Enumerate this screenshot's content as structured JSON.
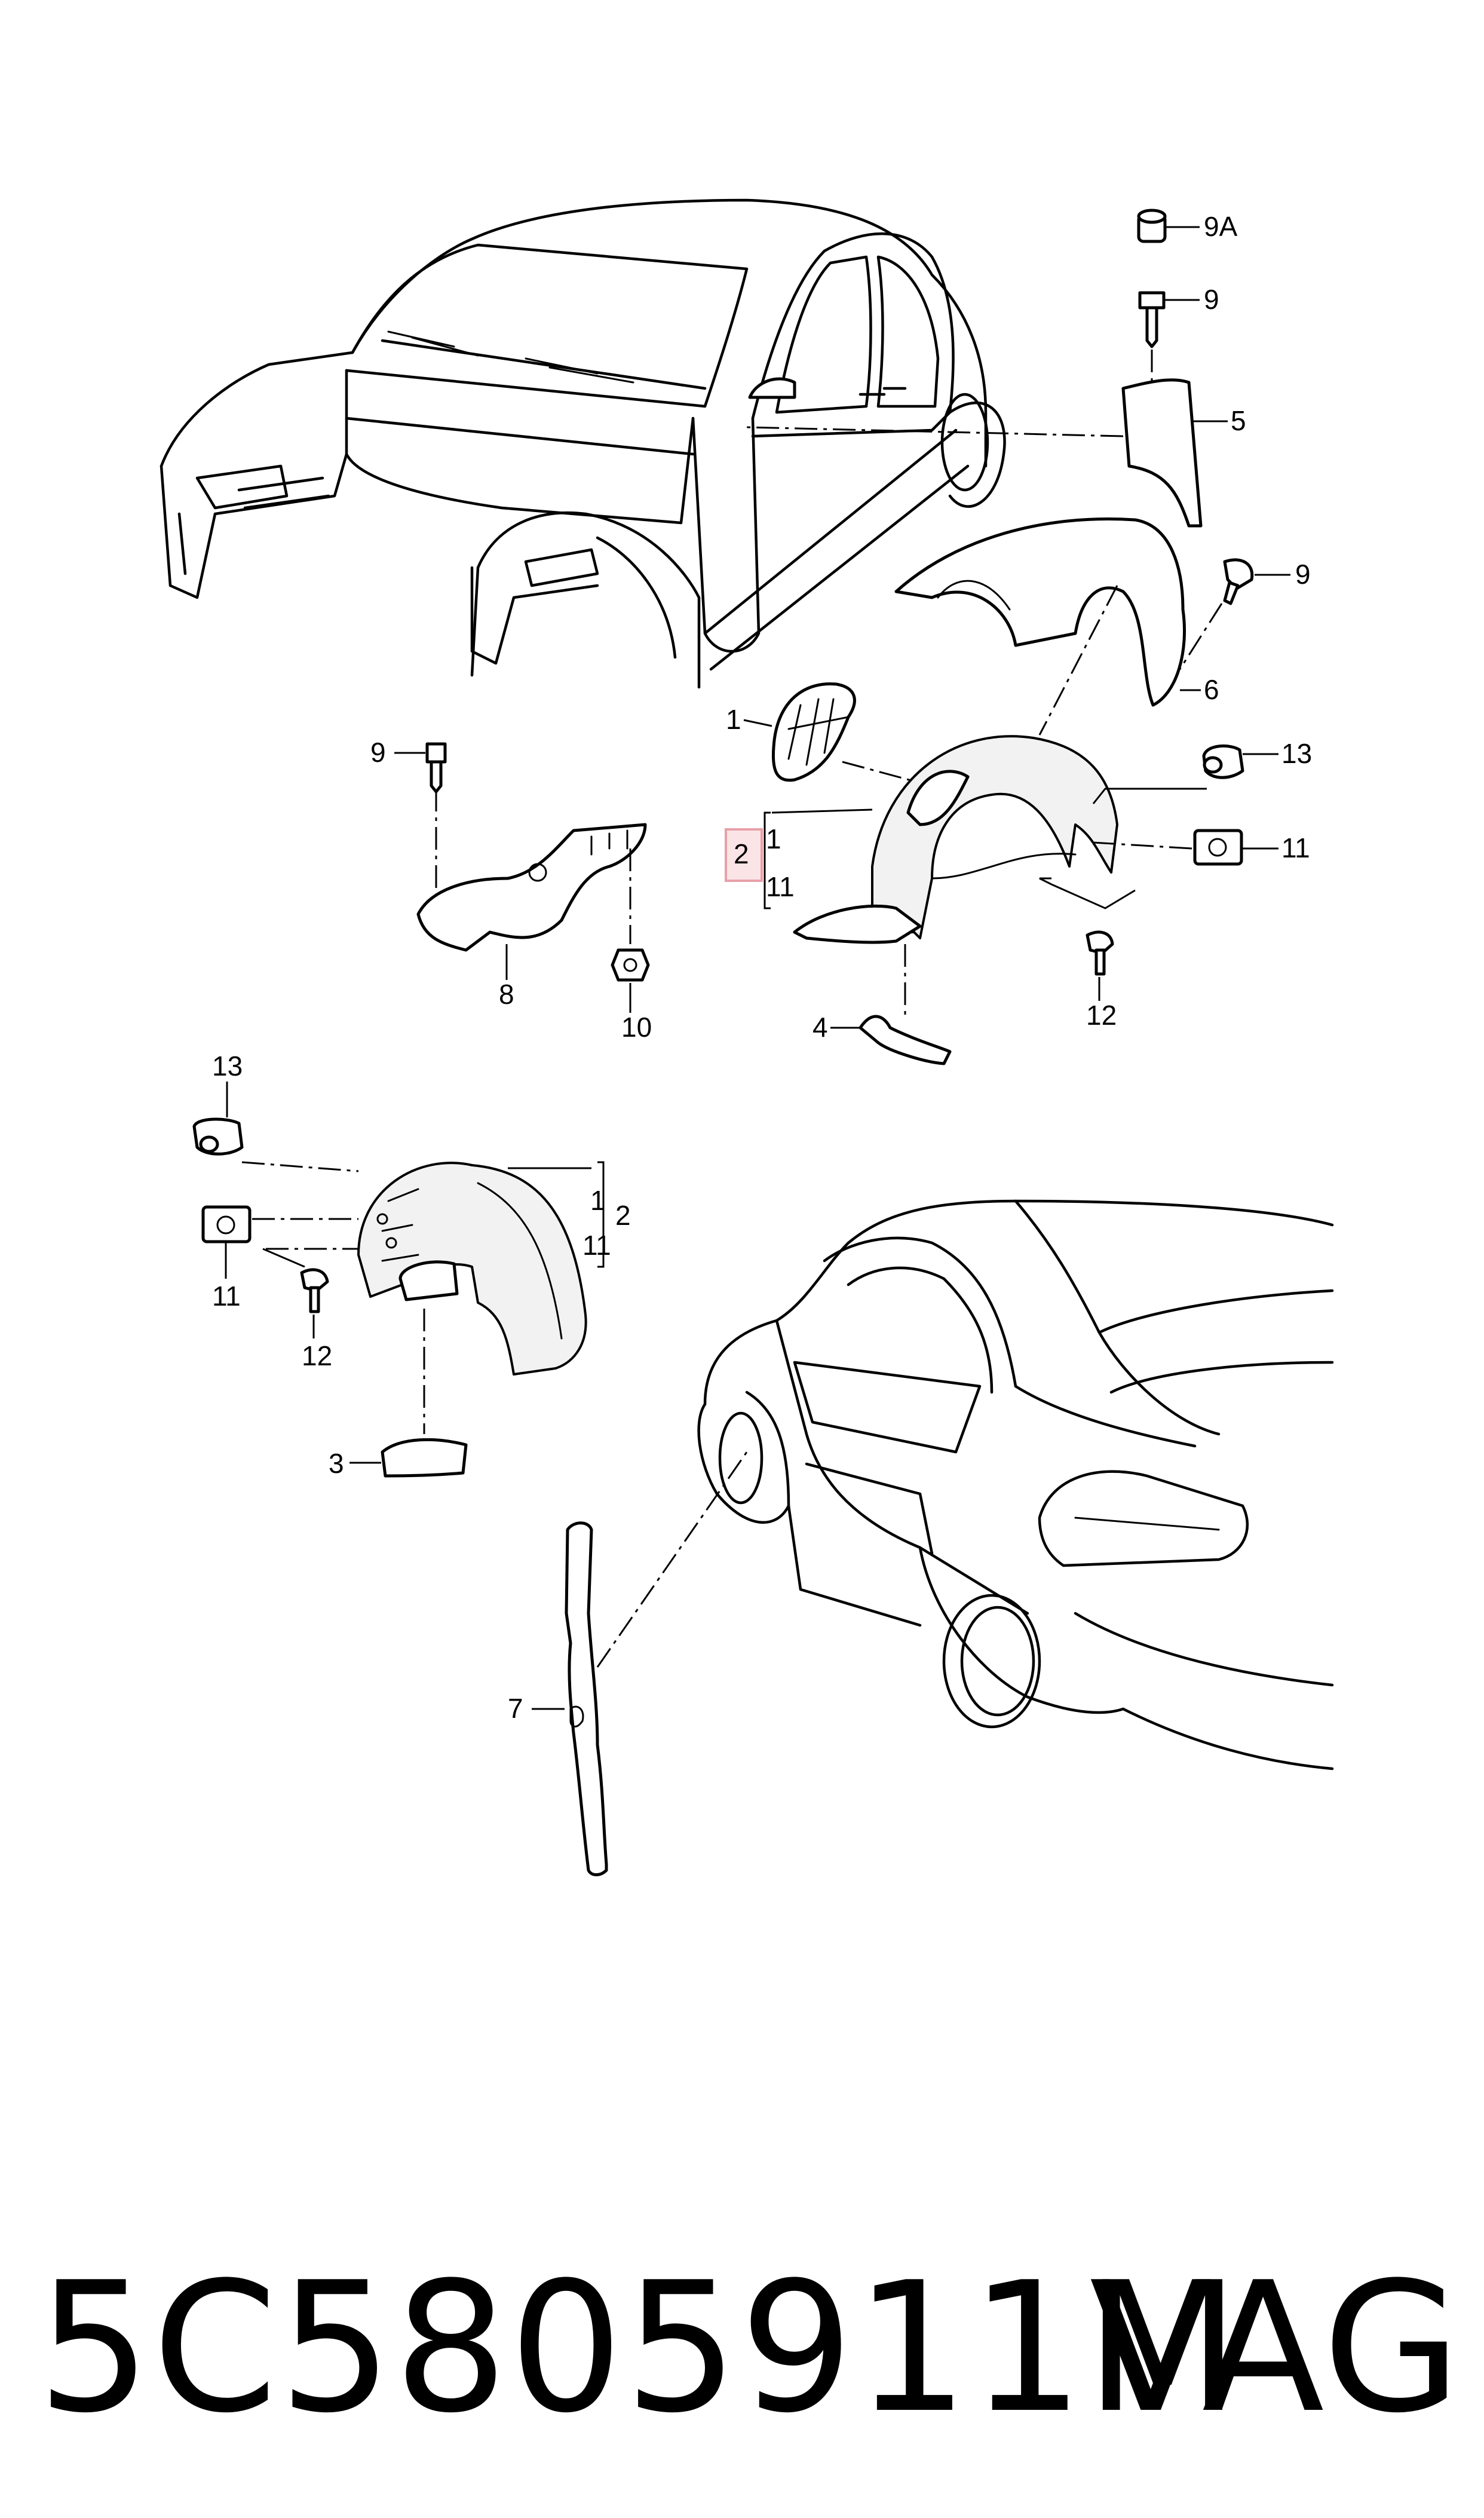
{
  "callouts": {
    "c1": "1",
    "c2a": "2",
    "c2b": "2",
    "c3": "3",
    "c4": "4",
    "c5": "5",
    "c6": "6",
    "c7": "7",
    "c8": "8",
    "c9a": "9",
    "c9b": "9",
    "c9c": "9",
    "c9A": "9A",
    "c10": "10",
    "c11a": "11",
    "c11b": "11",
    "c11c": "11",
    "c11d": "11",
    "c12a": "12",
    "c12b": "12",
    "c13a": "13",
    "c13b": "13",
    "b1a": "1",
    "b1b": "1"
  },
  "footer": {
    "part_number": "5C5805911M",
    "brand": "VAG"
  },
  "colors": {
    "line": "#000000",
    "highlight": "#e8a0a8",
    "highlight_fill": "#fbe4e6"
  }
}
